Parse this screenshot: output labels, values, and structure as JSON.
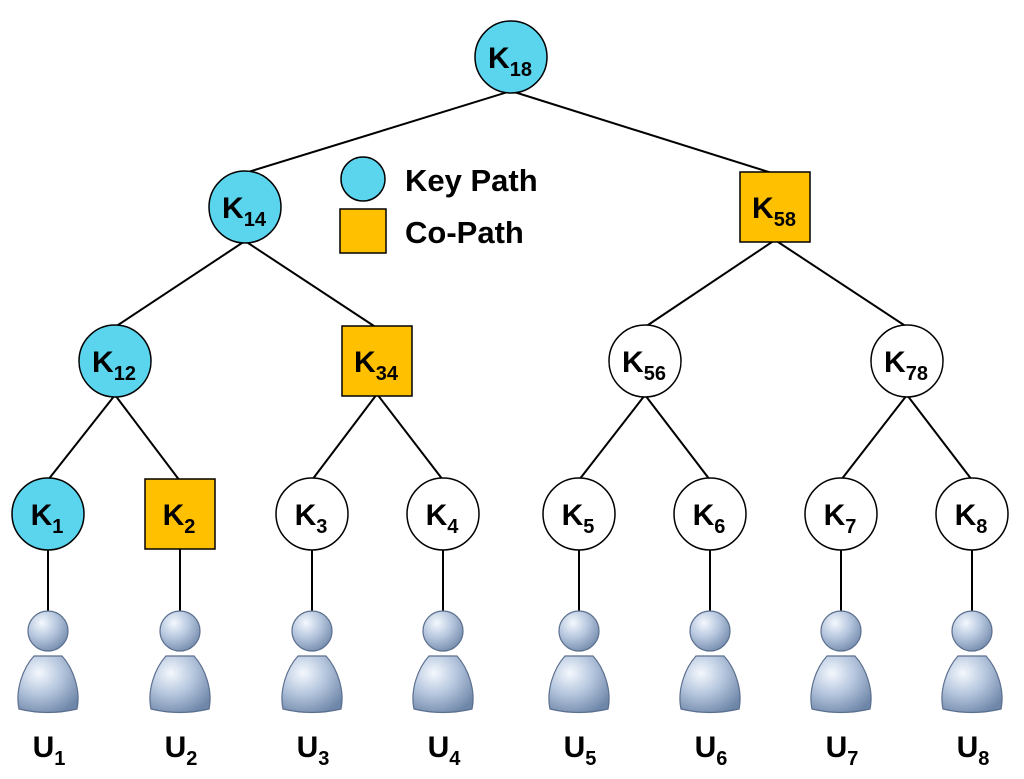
{
  "legend": [
    {
      "shape": "circle",
      "color": "#5BD4EE",
      "label": "Key Path"
    },
    {
      "shape": "square",
      "color": "#FFC000",
      "label": "Co-Path"
    }
  ],
  "colors": {
    "key_path": "#5BD4EE",
    "co_path": "#FFC000",
    "plain": "#FFFFFF"
  },
  "nodes": [
    {
      "id": "k18",
      "base": "K",
      "sub": "18",
      "kind": "key-path"
    },
    {
      "id": "k14",
      "base": "K",
      "sub": "14",
      "kind": "key-path"
    },
    {
      "id": "k58",
      "base": "K",
      "sub": "58",
      "kind": "co-path"
    },
    {
      "id": "k12",
      "base": "K",
      "sub": "12",
      "kind": "key-path"
    },
    {
      "id": "k34",
      "base": "K",
      "sub": "34",
      "kind": "co-path"
    },
    {
      "id": "k56",
      "base": "K",
      "sub": "56",
      "kind": "plain"
    },
    {
      "id": "k78",
      "base": "K",
      "sub": "78",
      "kind": "plain"
    },
    {
      "id": "k1",
      "base": "K",
      "sub": "1",
      "kind": "key-path"
    },
    {
      "id": "k2",
      "base": "K",
      "sub": "2",
      "kind": "co-path"
    },
    {
      "id": "k3",
      "base": "K",
      "sub": "3",
      "kind": "plain"
    },
    {
      "id": "k4",
      "base": "K",
      "sub": "4",
      "kind": "plain"
    },
    {
      "id": "k5",
      "base": "K",
      "sub": "5",
      "kind": "plain"
    },
    {
      "id": "k6",
      "base": "K",
      "sub": "6",
      "kind": "plain"
    },
    {
      "id": "k7",
      "base": "K",
      "sub": "7",
      "kind": "plain"
    },
    {
      "id": "k8",
      "base": "K",
      "sub": "8",
      "kind": "plain"
    }
  ],
  "edges": [
    [
      "k18",
      "k14"
    ],
    [
      "k18",
      "k58"
    ],
    [
      "k14",
      "k12"
    ],
    [
      "k14",
      "k34"
    ],
    [
      "k58",
      "k56"
    ],
    [
      "k58",
      "k78"
    ],
    [
      "k12",
      "k1"
    ],
    [
      "k12",
      "k2"
    ],
    [
      "k34",
      "k3"
    ],
    [
      "k34",
      "k4"
    ],
    [
      "k56",
      "k5"
    ],
    [
      "k56",
      "k6"
    ],
    [
      "k78",
      "k7"
    ],
    [
      "k78",
      "k8"
    ]
  ],
  "users": [
    {
      "id": "u1",
      "base": "U",
      "sub": "1",
      "key": "k1"
    },
    {
      "id": "u2",
      "base": "U",
      "sub": "2",
      "key": "k2"
    },
    {
      "id": "u3",
      "base": "U",
      "sub": "3",
      "key": "k3"
    },
    {
      "id": "u4",
      "base": "U",
      "sub": "4",
      "key": "k4"
    },
    {
      "id": "u5",
      "base": "U",
      "sub": "5",
      "key": "k5"
    },
    {
      "id": "u6",
      "base": "U",
      "sub": "6",
      "key": "k6"
    },
    {
      "id": "u7",
      "base": "U",
      "sub": "7",
      "key": "k7"
    },
    {
      "id": "u8",
      "base": "U",
      "sub": "8",
      "key": "k8"
    }
  ]
}
